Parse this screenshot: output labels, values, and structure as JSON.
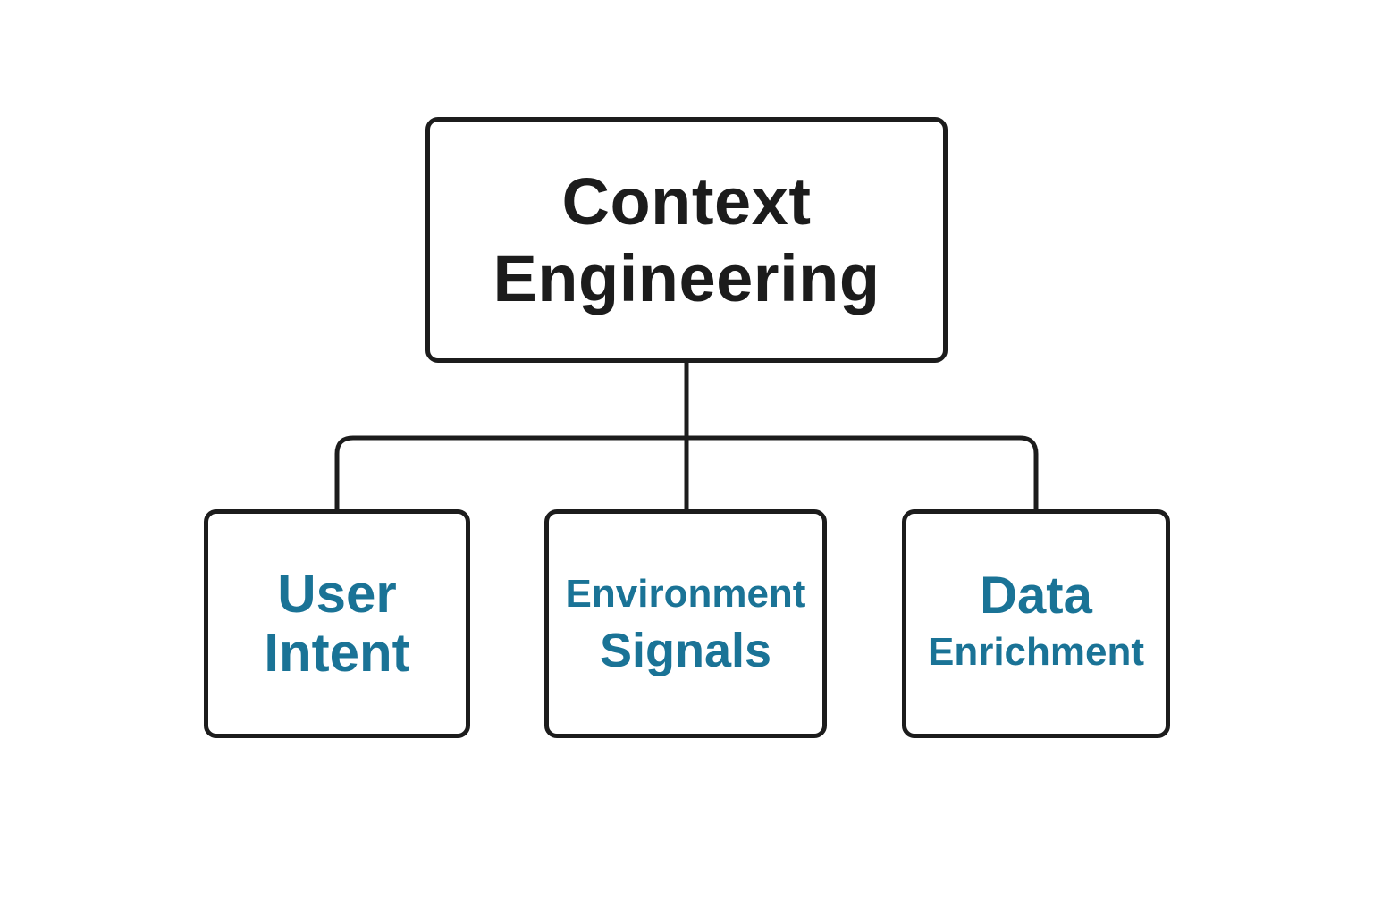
{
  "root": {
    "line1": "Context",
    "line2": "Engineering"
  },
  "children": [
    {
      "line1": "User",
      "line2": "Intent"
    },
    {
      "line1": "Environment",
      "line2": "Signals"
    },
    {
      "line1": "Data",
      "line2": "Enrichment"
    }
  ],
  "colors": {
    "border": "#1c1c1c",
    "root_text": "#1c1c1c",
    "child_text": "#1a7396",
    "background": "#ffffff"
  }
}
